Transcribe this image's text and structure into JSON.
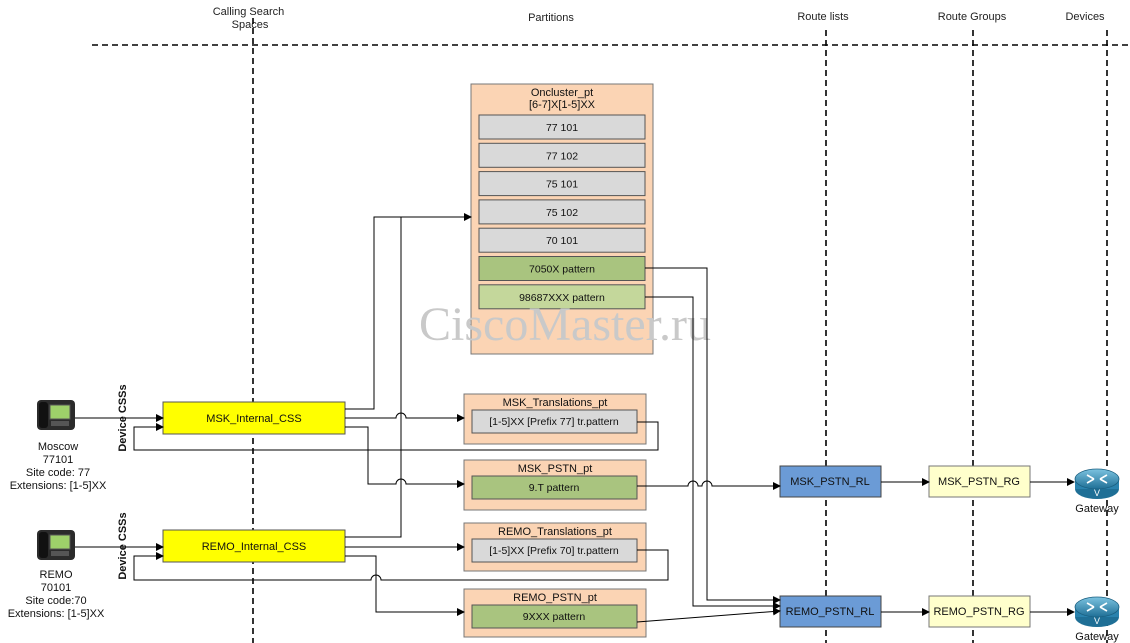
{
  "columns": {
    "css": "Calling Search\nSpaces",
    "partitions": "Partitions",
    "route_lists": "Route lists",
    "route_groups": "Route Groups",
    "devices": "Devices"
  },
  "watermark": "CiscoMaster.ru",
  "device_css_label": "Device CSSs",
  "phones": [
    {
      "name": "Moscow",
      "number": "77101",
      "site": "Site code: 77",
      "ext": "Extensions: [1-5]XX"
    },
    {
      "name": "REMO",
      "number": "70101",
      "site": "Site code:70",
      "ext": "Extensions: [1-5]XX"
    }
  ],
  "css_boxes": [
    "MSK_Internal_CSS",
    "REMO_Internal_CSS"
  ],
  "oncluster": {
    "title": "Oncluster_pt",
    "subtitle": "[6-7]X[1-5]XX",
    "items": [
      "77 101",
      "77 102",
      "75 101",
      "75 102",
      "70 101",
      "7050X pattern",
      "98687XXX pattern"
    ]
  },
  "partitions": [
    {
      "title": "MSK_Translations_pt",
      "item": "[1-5]XX [Prefix 77] tr.pattern"
    },
    {
      "title": "MSK_PSTN_pt",
      "item": "9.T pattern"
    },
    {
      "title": "REMO_Translations_pt",
      "item": "[1-5]XX [Prefix 70] tr.pattern"
    },
    {
      "title": "REMO_PSTN_pt",
      "item": "9XXX pattern"
    }
  ],
  "route_lists": [
    "MSK_PSTN_RL",
    "REMO_PSTN_RL"
  ],
  "route_groups": [
    "MSK_PSTN_RG",
    "REMO_PSTN_RG"
  ],
  "gateways": [
    "Gateway",
    "Gateway"
  ],
  "colors": {
    "partition_bg": "#fbd4b4",
    "css_yellow": "#ffff00",
    "grey_item": "#d9d9d9",
    "green_item": "#a9c47f",
    "light_green_item": "#c4d79b",
    "rl_blue": "#6b9bd6",
    "rg_yellow": "#ffffcc",
    "gateway_blue": "#3a8fb7"
  }
}
